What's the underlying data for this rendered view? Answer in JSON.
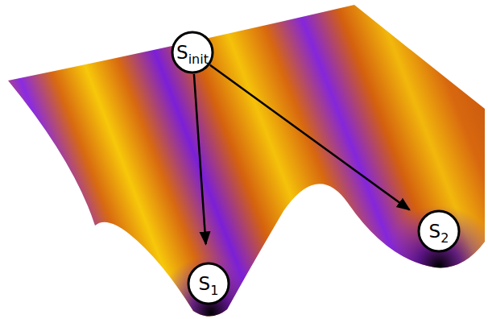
{
  "diagram": {
    "nodes": [
      {
        "text": [
          "S",
          "init"
        ]
      },
      {
        "text": [
          "S",
          "1"
        ]
      },
      {
        "text": [
          "S",
          "2"
        ]
      }
    ],
    "edges": [
      {
        "from": 0,
        "to": 1,
        "arrow": "to"
      },
      {
        "from": 0,
        "to": 2,
        "arrow": "to"
      }
    ]
  }
}
